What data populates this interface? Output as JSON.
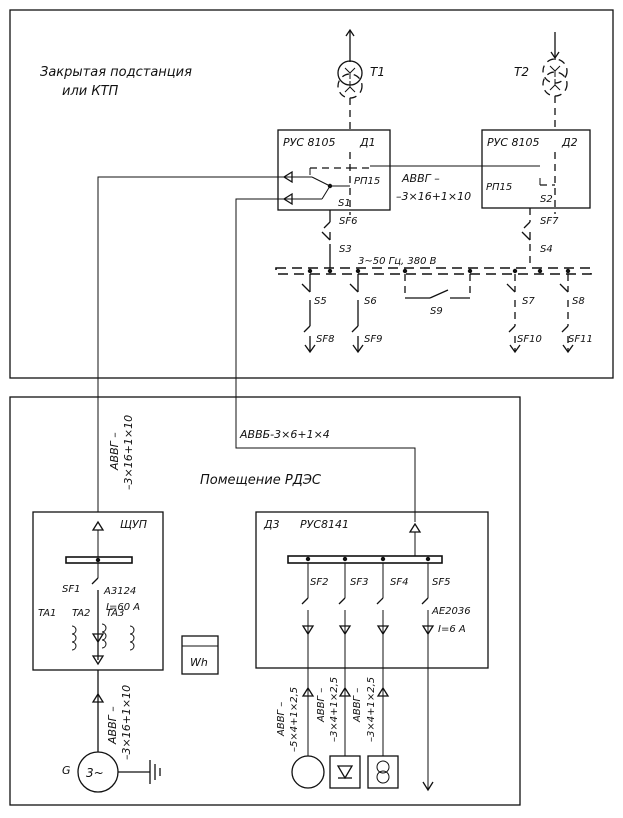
{
  "zones": {
    "substation": [
      "Закрытая подстанция",
      "или КТП"
    ],
    "room": "Помещение РДЭС"
  },
  "transformers": {
    "t1": "T1",
    "t2": "T2"
  },
  "panels": {
    "d1_type": "РУС 8105",
    "d1_id": "Д1",
    "d1_relay": "РП15",
    "d1_switch": "S1",
    "d2_type": "РУС 8105",
    "d2_id": "Д2",
    "d2_relay": "РП15",
    "d2_switch": "S2",
    "d3_id": "Д3",
    "d3_type": "РУС8141",
    "shchup": "ЩУП"
  },
  "cables": {
    "d1_d2_a": "АВВГ –",
    "d1_d2_b": "–3×16+1×10",
    "to_room": "АВВБ-3×6+1×4",
    "vertical_a": "АВВГ –",
    "vertical_b": "–3×16+1×10",
    "gen_a": "АВВГ –",
    "gen_b": "–3×16+1×10",
    "out1_a": "АВВГ –",
    "out1_b": "–5×4+1×2,5",
    "out2_a": "АВВГ –",
    "out2_b": "–3×4+1×2,5",
    "out3_a": "АВВГ –",
    "out3_b": "–3×4+1×2,5"
  },
  "busbar": {
    "label": "3~50 Гц, 380 В"
  },
  "switches": {
    "sf6": "SF6",
    "sf7": "SF7",
    "s3": "S3",
    "s4": "S4",
    "s5": "S5",
    "s6": "S6",
    "s7": "S7",
    "s8": "S8",
    "s9": "S9",
    "sf8": "SF8",
    "sf9": "SF9",
    "sf10": "SF10",
    "sf11": "SF11"
  },
  "shchup_parts": {
    "sf1": "SF1",
    "breaker": "А3124",
    "current": "I=60 А",
    "ta1": "TA1",
    "ta2": "TA2",
    "ta3": "TA3"
  },
  "meter": "Wh",
  "generator": {
    "label": "G",
    "symbol": "3~"
  },
  "d3_parts": {
    "sf2": "SF2",
    "sf3": "SF3",
    "sf4": "SF4",
    "sf5": "SF5",
    "breaker": "АЕ2036",
    "current": "I=6 А"
  }
}
